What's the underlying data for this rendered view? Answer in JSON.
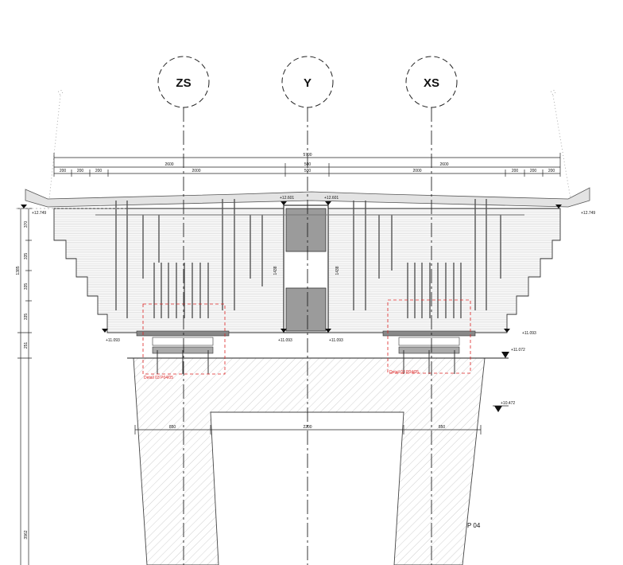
{
  "axes": [
    {
      "id": "zs",
      "label": "ZS"
    },
    {
      "id": "y",
      "label": "Y"
    },
    {
      "id": "xs",
      "label": "XS"
    }
  ],
  "dimensions": {
    "overall": "5700",
    "half_left": "2600",
    "half_right": "2600",
    "center_top": "500",
    "center_bottom": "500",
    "inner_left": "2000",
    "inner_right": "2000",
    "small_left": [
      "200",
      "200",
      "200"
    ],
    "small_right": [
      "200",
      "200",
      "200"
    ],
    "vertical_total": "1385",
    "vertical_parts": [
      "370",
      "335",
      "335",
      "335"
    ],
    "vertical_bearing": "251",
    "vertical_pier": "3962",
    "box_left_height": "1438",
    "box_right_height": "1438",
    "pier_left": "850",
    "pier_center": "2200",
    "pier_right": "850"
  },
  "levels": {
    "deck_left": "+12.749",
    "deck_right": "+12.749",
    "top_center_left": "+12.601",
    "top_center_right": "+12.601",
    "bottom_left": "+11.093",
    "bottom_right": "+11.093",
    "bottom_center_left": "+11.093",
    "bottom_center_right": "+11.093",
    "pier_top": "+11.072",
    "pier_lower": "+10.472"
  },
  "details": {
    "left": "Detail 03 P04/05",
    "right": "Detail 03 P04/05"
  },
  "pier_label": "P 04"
}
